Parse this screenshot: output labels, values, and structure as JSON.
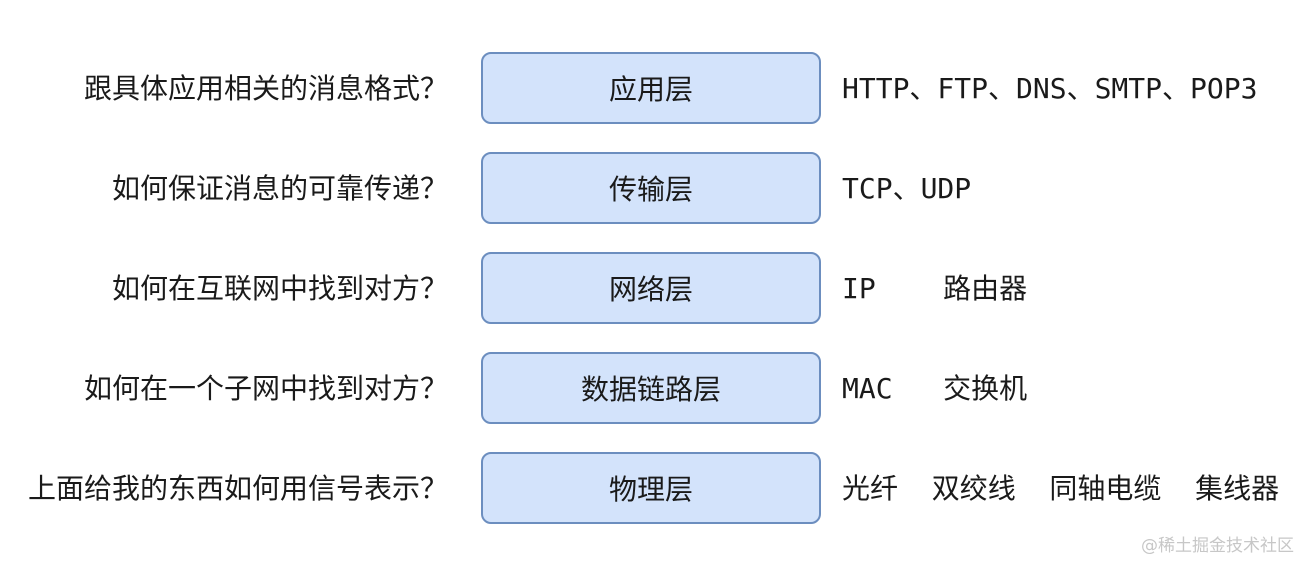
{
  "rows": [
    {
      "question": "跟具体应用相关的消息格式？",
      "layer": "应用层",
      "protocols": "HTTP、FTP、DNS、SMTP、POP3"
    },
    {
      "question": "如何保证消息的可靠传递？",
      "layer": "传输层",
      "protocols": "TCP、UDP"
    },
    {
      "question": "如何在互联网中找到对方？",
      "layer": "网络层",
      "protocols": "IP    路由器"
    },
    {
      "question": "如何在一个子网中找到对方？",
      "layer": "数据链路层",
      "protocols": "MAC   交换机"
    },
    {
      "question": "上面给我的东西如何用信号表示？",
      "layer": "物理层",
      "protocols": "光纤  双绞线  同轴电缆  集线器"
    }
  ],
  "watermark": "@稀土掘金技术社区",
  "colors": {
    "box_fill": "#d3e3fb",
    "box_border": "#6c8ebf"
  }
}
